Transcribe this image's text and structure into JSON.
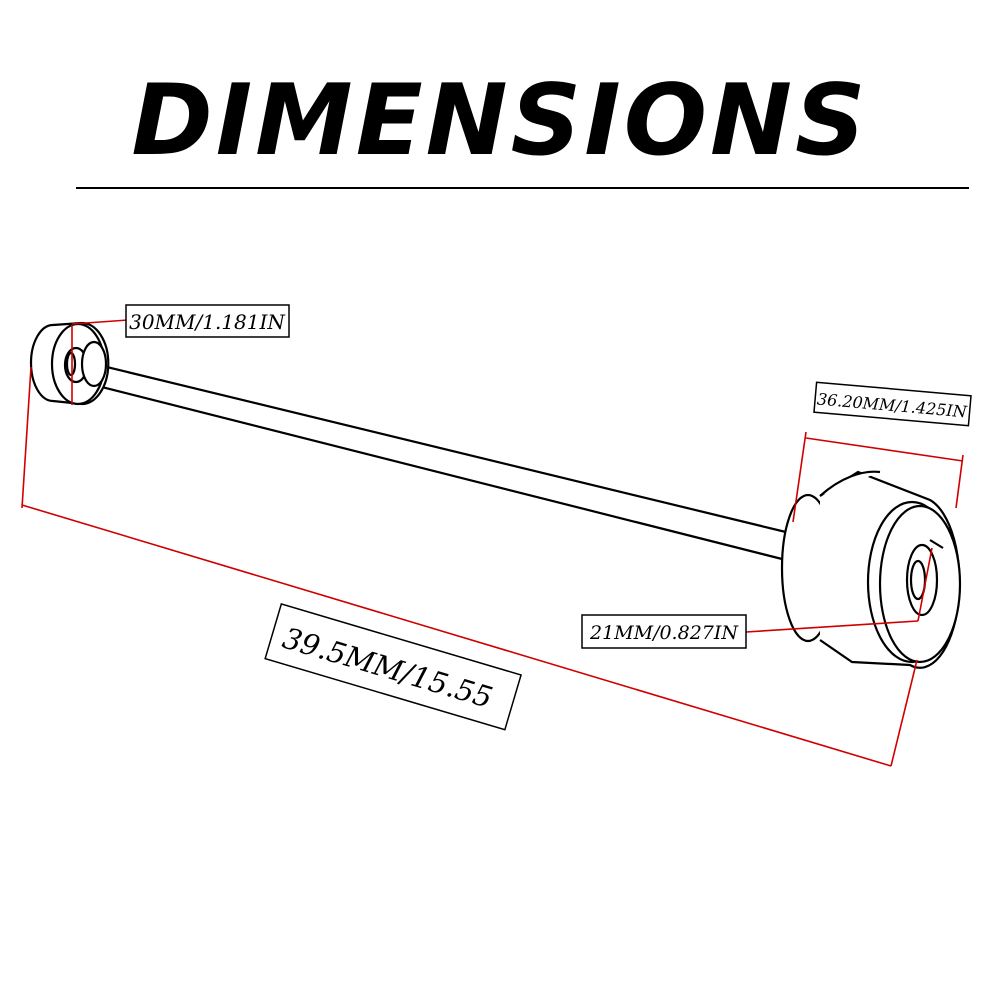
{
  "page": {
    "title": "DIMENSIONS"
  },
  "dimensions": {
    "small_end_diameter": "30MM/1.181IN",
    "large_slider_length": "36.20MM/1.425IN",
    "large_slider_hole": "21MM/0.827IN",
    "overall_length": "39.5MM/15.55"
  },
  "colors": {
    "dimension_line": "#d00000",
    "outline": "#000000",
    "background": "#ffffff"
  }
}
